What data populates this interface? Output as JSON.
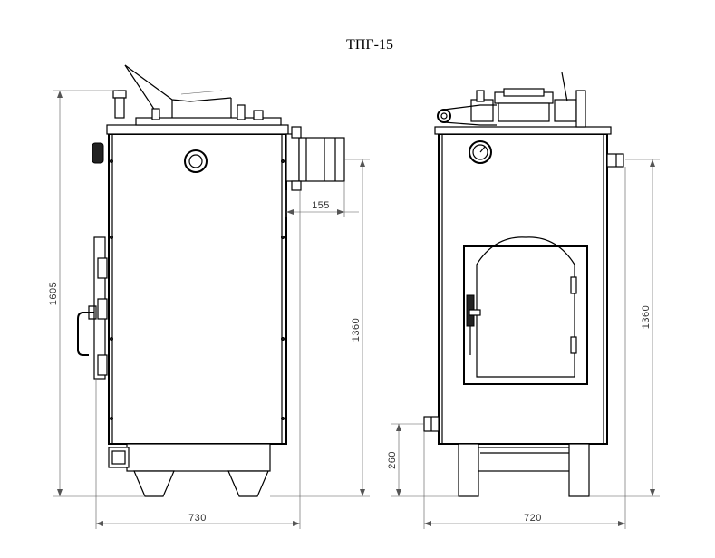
{
  "title": "ТПГ-15",
  "dimensions": {
    "side_total_height": "1605",
    "side_flue_offset": "155",
    "side_body_height": "1360",
    "side_width": "730",
    "front_body_height": "1360",
    "front_inlet_height": "260",
    "front_width": "720"
  },
  "colors": {
    "line": "#000000",
    "dimension": "#555555",
    "background": "#ffffff"
  }
}
